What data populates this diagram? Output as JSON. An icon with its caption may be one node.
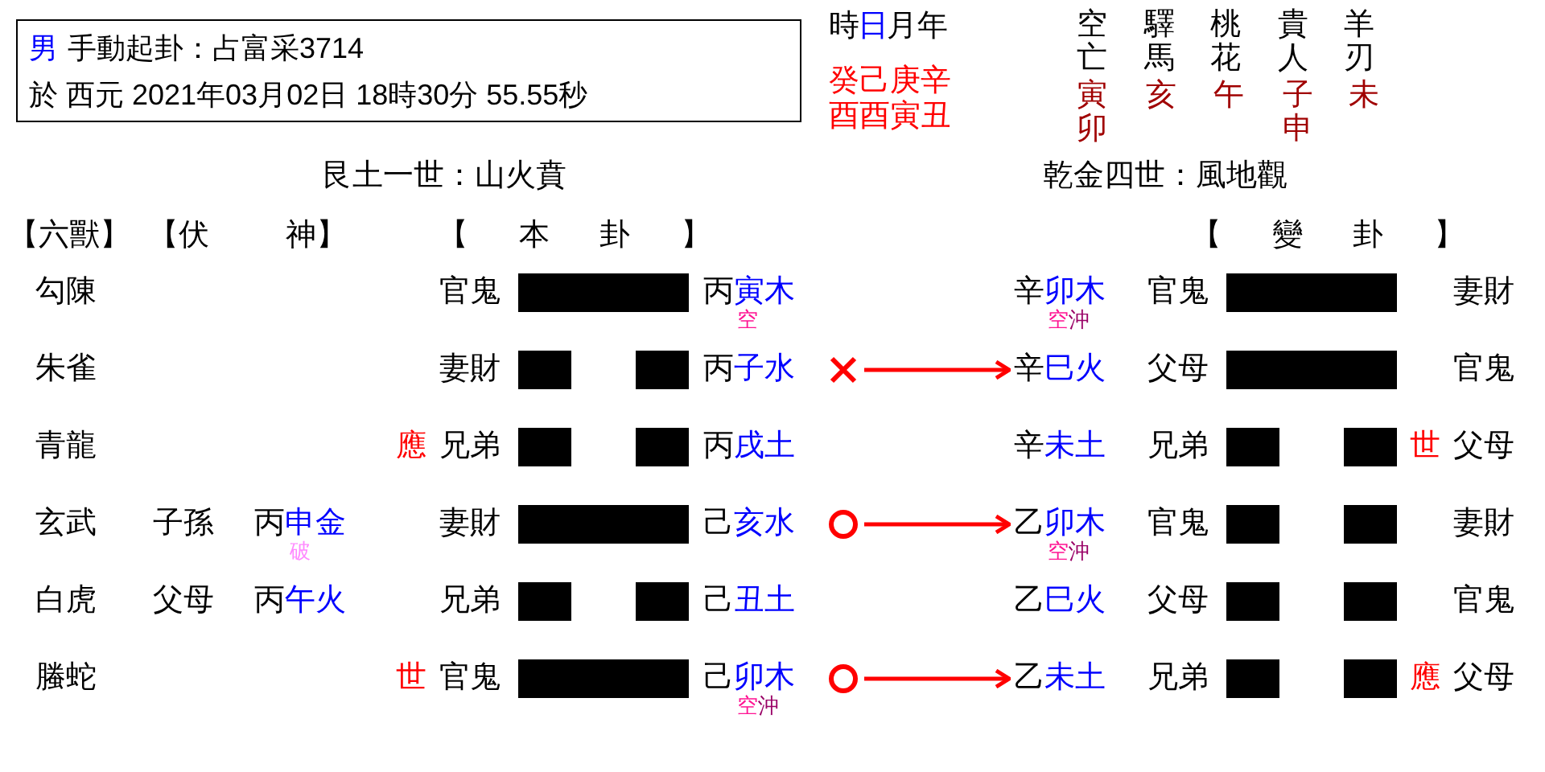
{
  "diagram": {
    "nodes": [
      {
        "text": [
          "男",
          "手動起卦：占富采3714",
          "於 西元 2021年03月02日 18時30分 55.55秒"
        ]
      },
      {
        "text": [],
        "shape": "cross"
      },
      {
        "text": [
          "辛",
          "巳火"
        ]
      },
      {
        "text": [],
        "shape": "circle"
      },
      {
        "text": [
          "乙",
          "卯木"
        ],
        "beside": [
          "空",
          "沖"
        ]
      },
      {
        "text": [],
        "shape": "circle"
      },
      {
        "text": [
          "乙",
          "未土"
        ]
      }
    ],
    "edges": [
      {
        "from": 1,
        "to": 2,
        "arrow": "to"
      },
      {
        "from": 3,
        "to": 4,
        "arrow": "to"
      },
      {
        "from": 5,
        "to": 6,
        "arrow": "to"
      }
    ],
    "labels": [
      "時",
      "日",
      "月年",
      "癸己庚辛",
      "酉酉寅丑",
      "空亡",
      "驛馬",
      "桃花",
      "貴人",
      "羊刃",
      "寅卯",
      "亥",
      "午",
      "子申",
      "未",
      "艮土一世：山火賁",
      "乾金四世：風地觀",
      "【六獸】",
      "【伏 神】",
      "【 本 卦 】",
      "【 變 卦 】",
      "勾陳",
      "官鬼",
      "丙",
      "寅木",
      "空",
      "辛",
      "卯木",
      "空",
      "沖",
      "官鬼",
      "妻財",
      "朱雀",
      "妻財",
      "丙",
      "子水",
      "父母",
      "官鬼",
      "青龍",
      "應",
      "兄弟",
      "丙",
      "戌土",
      "辛",
      "未土",
      "兄弟",
      "世",
      "父母",
      "玄武",
      "子孫",
      "丙",
      "申金",
      "破",
      "妻財",
      "己",
      "亥水",
      "官鬼",
      "妻財",
      "白虎",
      "父母",
      "丙",
      "午火",
      "兄弟",
      "己",
      "丑土",
      "乙",
      "巳火",
      "父母",
      "官鬼",
      "螣蛇",
      "世",
      "官鬼",
      "己",
      "卯木",
      "空",
      "沖",
      "兄弟",
      "應",
      "父母"
    ]
  }
}
